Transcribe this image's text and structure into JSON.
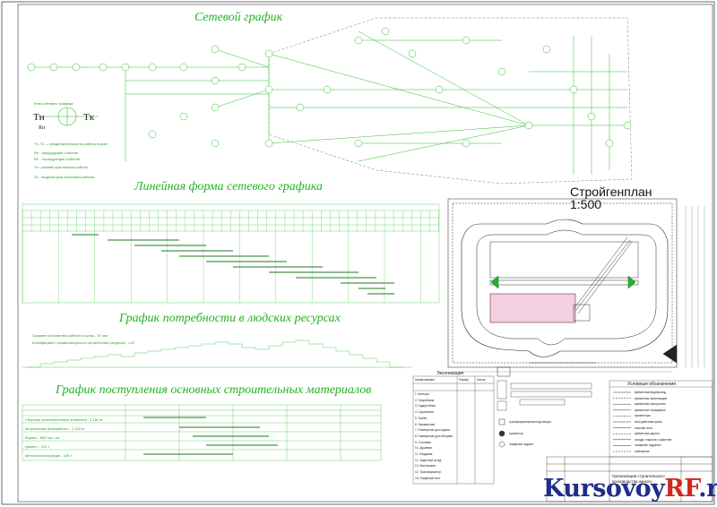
{
  "drawing": {
    "network_title": "Сетевой график",
    "node_key_title": "Ключ сетевого графика",
    "node_key_labels": [
      "Tн",
      "Tк",
      "Rп"
    ],
    "legend_lines": [
      "Tн, Tк — продолжительность работы в днях",
      "Rп - предыдущее событие",
      "Rс - последующее событие",
      "Tн - ранний срок начала работы",
      "Tк - поздний срок окончания работы"
    ],
    "linear_title": "Линейная форма сетевого графика",
    "resources_title": "График потребности в людских ресурсах",
    "resources_notes": [
      "Среднее количество рабочих в сутки - 37 чел",
      "Коэффициент неравномерности потребления ресурсов - 1,67"
    ],
    "materials_title": "График поступления основных строительных материалов",
    "materials_rows": [
      "Сборные железобетонные элементы - 2 182 м",
      "Монолитный железобетон - 1 215 м",
      "Кирпич - 650 тыс. шт",
      "Цемент - 131 т",
      "Металлоконструкции - 108 т"
    ],
    "siteplan_title_1": "Стройгенплан",
    "siteplan_title_2": "1:500",
    "explication_title": "Экспликация",
    "explication_headers": [
      "Наименование",
      "Размер",
      "Кол-во"
    ],
    "explication_rows": [
      [
        "1. Контора",
        "",
        ""
      ],
      [
        "2. Прорабская",
        "",
        ""
      ],
      [
        "3. Гардеробная",
        "",
        ""
      ],
      [
        "4. Сушильная",
        "",
        ""
      ],
      [
        "5. Туалет",
        "",
        ""
      ],
      [
        "6. Умывальная",
        "",
        ""
      ],
      [
        "7. Помещение для отдыха",
        "",
        ""
      ],
      [
        "8. Помещение для обогрева",
        "",
        ""
      ],
      [
        "9. Столовая",
        "",
        ""
      ],
      [
        "10. Душевая",
        "",
        ""
      ],
      [
        "11. Кладовая",
        "",
        ""
      ],
      [
        "12. Закрытый склад",
        "",
        ""
      ],
      [
        "13. Мастерская",
        "",
        ""
      ],
      [
        "14. Трансформатор",
        "",
        ""
      ],
      [
        "15. Пожарный пост",
        "",
        ""
      ]
    ],
    "legend_title": "Условные обозначения",
    "legend_items": [
      "временный водопровод",
      "временная канализация",
      "временная электросеть",
      "временное ограждение",
      "прожекторы",
      "зона действия крана",
      "опасная зона",
      "временные дороги",
      "склады открытого хранения",
      "пожарные гидранты",
      "освещение"
    ],
    "bottom_legend": [
      "трансформаторная подстанция",
      "прожектор",
      "пожарный гидрант"
    ],
    "title_block_text": [
      "Организация строительного",
      "производства жилого"
    ],
    "watermark_1": "Kursovoy",
    "watermark_2": "RF",
    "watermark_3": ".ru",
    "colors": {
      "drawing_green": "#22b522",
      "watermark_blue": "#1e2d8c",
      "watermark_red": "#d4241f"
    }
  }
}
